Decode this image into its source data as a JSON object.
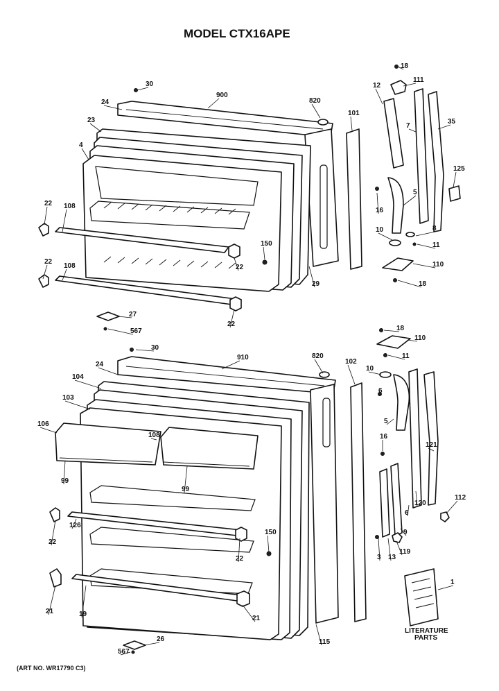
{
  "title": "MODEL CTX16APE",
  "art_number": "(ART NO. WR17790 C3)",
  "literature": {
    "line1": "LITERATURE",
    "line2": "PARTS"
  },
  "callouts": {
    "top": [
      "30",
      "900",
      "820",
      "24",
      "23",
      "4",
      "101",
      "12",
      "18",
      "111",
      "7",
      "35",
      "125",
      "8",
      "5",
      "16",
      "10",
      "11",
      "110",
      "18",
      "22",
      "108",
      "22",
      "150",
      "29",
      "22",
      "108",
      "22",
      "27",
      "567"
    ],
    "bottom": [
      "30",
      "910",
      "820",
      "102",
      "18",
      "110",
      "11",
      "10",
      "6",
      "5",
      "121",
      "24",
      "104",
      "103",
      "106",
      "108",
      "16",
      "99",
      "99",
      "120",
      "112",
      "6",
      "22",
      "126",
      "22",
      "150",
      "9",
      "3",
      "13",
      "119",
      "1",
      "21",
      "19",
      "21",
      "26",
      "567",
      "115"
    ]
  }
}
